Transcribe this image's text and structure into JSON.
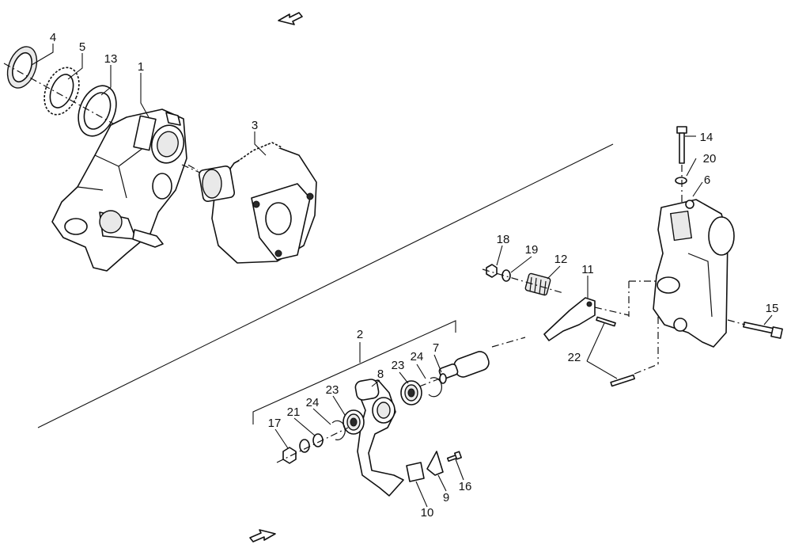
{
  "diagram": {
    "callouts": [
      "1",
      "2",
      "3",
      "4",
      "5",
      "6",
      "7",
      "8",
      "9",
      "10",
      "11",
      "12",
      "13",
      "14",
      "15",
      "16",
      "17",
      "18",
      "19",
      "20",
      "21",
      "22",
      "23",
      "23",
      "24",
      "24"
    ],
    "icons": {
      "direction_top": "hollow-arrow-icon",
      "direction_bottom": "hollow-arrow-icon"
    },
    "colors": {
      "line": "#111111",
      "background": "#ffffff"
    }
  }
}
